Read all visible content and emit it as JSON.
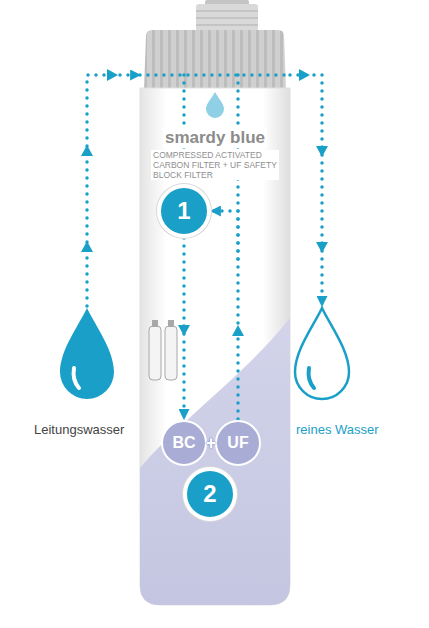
{
  "diagram": {
    "nodes": [
      {
        "text": [
          "Leitungswasser"
        ]
      },
      {
        "text": [
          "smardy blue",
          "COMPRESSED ACTIVATED CARBON FILTER + UF SAFETY BLOCK FILTER"
        ]
      },
      {
        "text": [
          "1"
        ],
        "in": 1
      },
      {
        "text": [
          "BC"
        ],
        "in": 1
      },
      {
        "text": [
          "UF"
        ],
        "in": 1
      },
      {
        "text": [
          "2"
        ],
        "in": 1
      },
      {
        "text": [
          "reines Wasser"
        ]
      }
    ],
    "edges": [
      {
        "from": 0,
        "to": 1,
        "arrow": "to"
      },
      {
        "from": 1,
        "to": 6,
        "arrow": "to"
      },
      {
        "from": 2,
        "to": 3,
        "arrow": "to"
      },
      {
        "from": 4,
        "to": 2,
        "arrow": "to"
      }
    ],
    "labels": [
      "+"
    ]
  }
}
